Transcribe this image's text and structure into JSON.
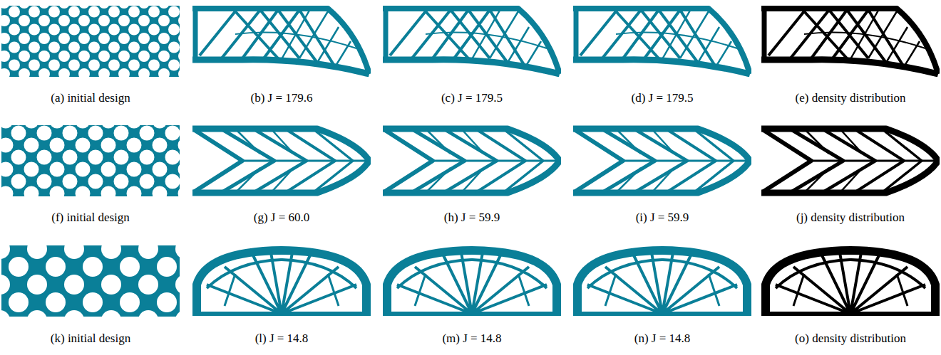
{
  "diagram": {
    "labels": [
      "(a) initial design",
      "(b) J = 179.6",
      "(c) J = 179.5",
      "(d) J = 179.5",
      "(e) density distribution",
      "(f) initial design",
      "(g) J = 60.0",
      "(h) J = 59.9",
      "(i) J = 59.9",
      "(j) density distribution",
      "(k) initial design",
      "(l) J = 14.8",
      "(m) J = 14.8",
      "(n) J = 14.8",
      "(o) density distribution"
    ]
  }
}
